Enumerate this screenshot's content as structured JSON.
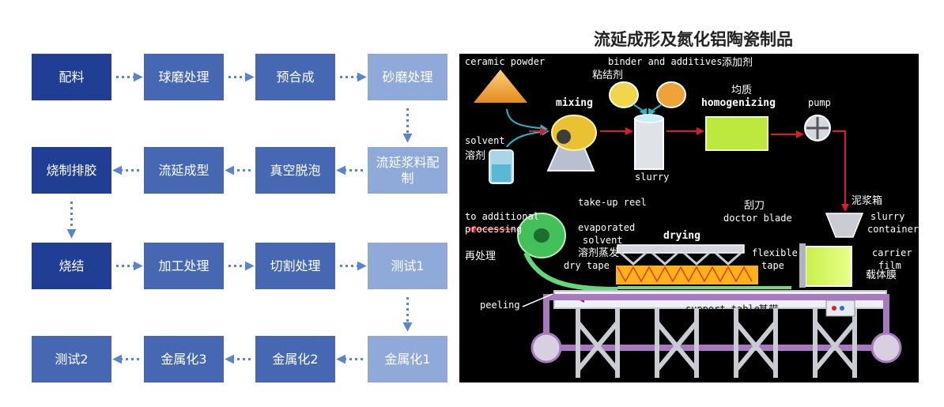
{
  "title": "流延成形及氮化铝陶瓷制品",
  "colors": {
    "dark": "#1f3e94",
    "mid": "#4668b3",
    "light": "#8fa9d8",
    "arrow": "#5a84d0",
    "background": "#ffffff",
    "schematic_bg": "#000000"
  },
  "flow": {
    "steps": [
      {
        "id": "s1",
        "label": "配料"
      },
      {
        "id": "s2",
        "label": "球磨处理"
      },
      {
        "id": "s3",
        "label": "预合成"
      },
      {
        "id": "s4",
        "label": "砂磨处理"
      },
      {
        "id": "s5",
        "label": "流延浆料配制"
      },
      {
        "id": "s6",
        "label": "真空脱泡"
      },
      {
        "id": "s7",
        "label": "流延成型"
      },
      {
        "id": "s8",
        "label": "烧制排胶"
      },
      {
        "id": "s9",
        "label": "烧结"
      },
      {
        "id": "s10",
        "label": "加工处理"
      },
      {
        "id": "s11",
        "label": "切割处理"
      },
      {
        "id": "s12",
        "label": "测试1"
      },
      {
        "id": "s13",
        "label": "金属化1"
      },
      {
        "id": "s14",
        "label": "金属化2"
      },
      {
        "id": "s15",
        "label": "金属化3"
      },
      {
        "id": "s16",
        "label": "测试2"
      }
    ],
    "edges": [
      [
        "s1",
        "s2"
      ],
      [
        "s2",
        "s3"
      ],
      [
        "s3",
        "s4"
      ],
      [
        "s4",
        "s5"
      ],
      [
        "s5",
        "s6"
      ],
      [
        "s6",
        "s7"
      ],
      [
        "s7",
        "s8"
      ],
      [
        "s8",
        "s9"
      ],
      [
        "s9",
        "s10"
      ],
      [
        "s10",
        "s11"
      ],
      [
        "s11",
        "s12"
      ],
      [
        "s12",
        "s13"
      ],
      [
        "s13",
        "s14"
      ],
      [
        "s14",
        "s15"
      ],
      [
        "s15",
        "s16"
      ]
    ]
  },
  "schematic": {
    "ceramic_powder": "ceramic powder",
    "binder": "binder and additives",
    "binder_cn": "添加剂",
    "binder_cn2": "粘结剂",
    "mixing": "mixing",
    "homogenizing_cn": "均质",
    "homogenizing": "homogenizing",
    "pump": "pump",
    "solvent": "solvent",
    "solvent_cn": "溶剂",
    "slurry": "slurry",
    "takeup": "take-up reel",
    "to_additional": "to additional",
    "processing": "processing",
    "reprocess_cn": "再处理",
    "evaporated": "evaporated",
    "evap_solvent": "solvent",
    "evap_cn": "溶剂蒸发",
    "dry_tape": "dry tape",
    "drying": "drying",
    "doctor_cn": "刮刀",
    "doctor_blade": "doctor blade",
    "container_cn": "泥浆箱",
    "slurry2": "slurry",
    "container": "container",
    "flexible": "flexible",
    "tape": "tape",
    "carrier": "carrier",
    "film": "film",
    "carrier_cn": "载体膜",
    "peeling": "peeling",
    "support_table": "support table",
    "support_cn": "基带"
  }
}
